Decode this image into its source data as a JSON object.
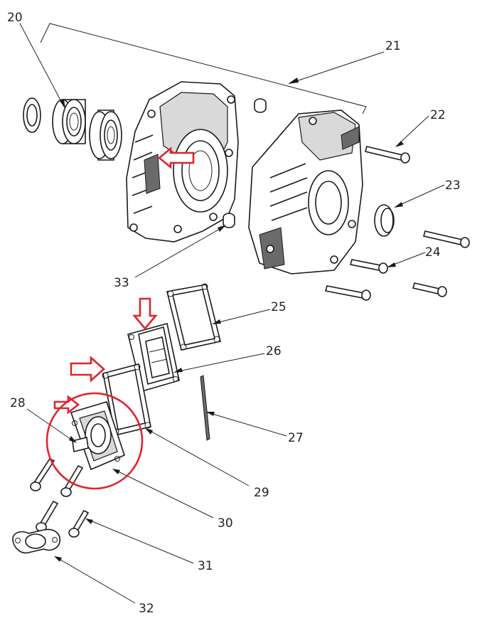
{
  "diagram": {
    "part_numbers": [
      "20",
      "21",
      "22",
      "23",
      "24",
      "25",
      "26",
      "27",
      "28",
      "29",
      "30",
      "31",
      "32",
      "33"
    ],
    "colors": {
      "line": "#1a1a1a",
      "highlight": "#e0242b",
      "background": "#ffffff"
    }
  }
}
